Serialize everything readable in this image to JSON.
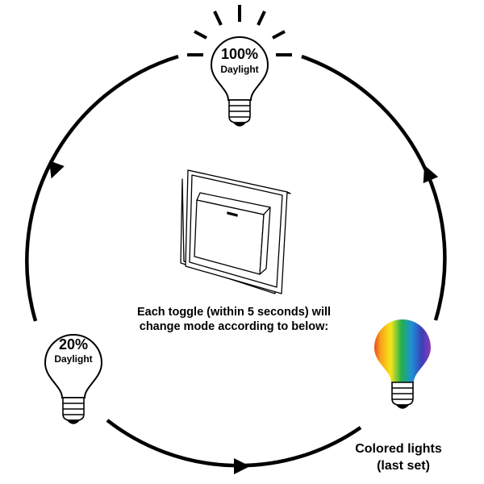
{
  "instruction": {
    "line1": "Each toggle (within 5 seconds) will",
    "line2": "change mode according to below:"
  },
  "modes": {
    "full": {
      "percent": "100%",
      "label": "Daylight"
    },
    "low": {
      "percent": "20%",
      "label": "Daylight"
    },
    "color": {
      "line1": "Colored lights",
      "line2": "(last set)"
    }
  },
  "icons": {
    "switch": "light-switch-icon",
    "bulb": "light-bulb-icon",
    "rays": "light-rays-icon"
  },
  "colors": {
    "line": "#000000",
    "rainbow": [
      "#e8141c",
      "#f7a21b",
      "#f5e61a",
      "#22b14c",
      "#1e90d6",
      "#3a3fb8",
      "#b43ab4"
    ]
  }
}
